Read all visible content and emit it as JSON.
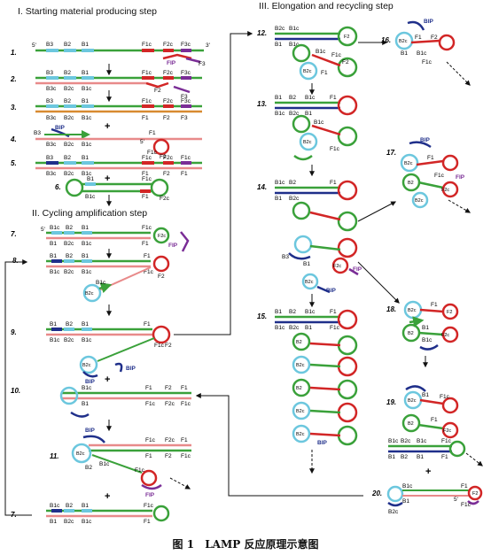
{
  "section_titles": {
    "s1": "I. Starting material producing step",
    "s2": "II. Cycling amplification step",
    "s3": "III. Elongation and recycling step"
  },
  "step_numbers": [
    "1.",
    "2.",
    "3.",
    "4.",
    "5.",
    "6.",
    "7.",
    "8.",
    "9.",
    "10.",
    "11.",
    "7.",
    "12.",
    "13.",
    "14.",
    "15.",
    "16.",
    "17.",
    "18.",
    "19.",
    "20."
  ],
  "region_labels": {
    "B3": "B3",
    "B2": "B2",
    "B1": "B1",
    "B3c": "B3c",
    "B2c": "B2c",
    "B1c": "B1c",
    "F1c": "F1c",
    "F2c": "F2c",
    "F3c": "F3c",
    "F1": "F1",
    "F2": "F2",
    "F3": "F3"
  },
  "primer_labels": {
    "fip": "FIP",
    "bip": "BIP"
  },
  "strand_ends": {
    "five": "5'",
    "three": "3'"
  },
  "plus_sign": "+",
  "caption": {
    "fig": "图 1",
    "text": "LAMP 反应原理示意图"
  },
  "colors": {
    "green": "#3aa13a",
    "red": "#d22626",
    "pink": "#e88a8a",
    "navy": "#1f2f8a",
    "purple": "#7a2d96",
    "cyan": "#6cc7de",
    "orange": "#d88a30",
    "text": "#111111"
  }
}
